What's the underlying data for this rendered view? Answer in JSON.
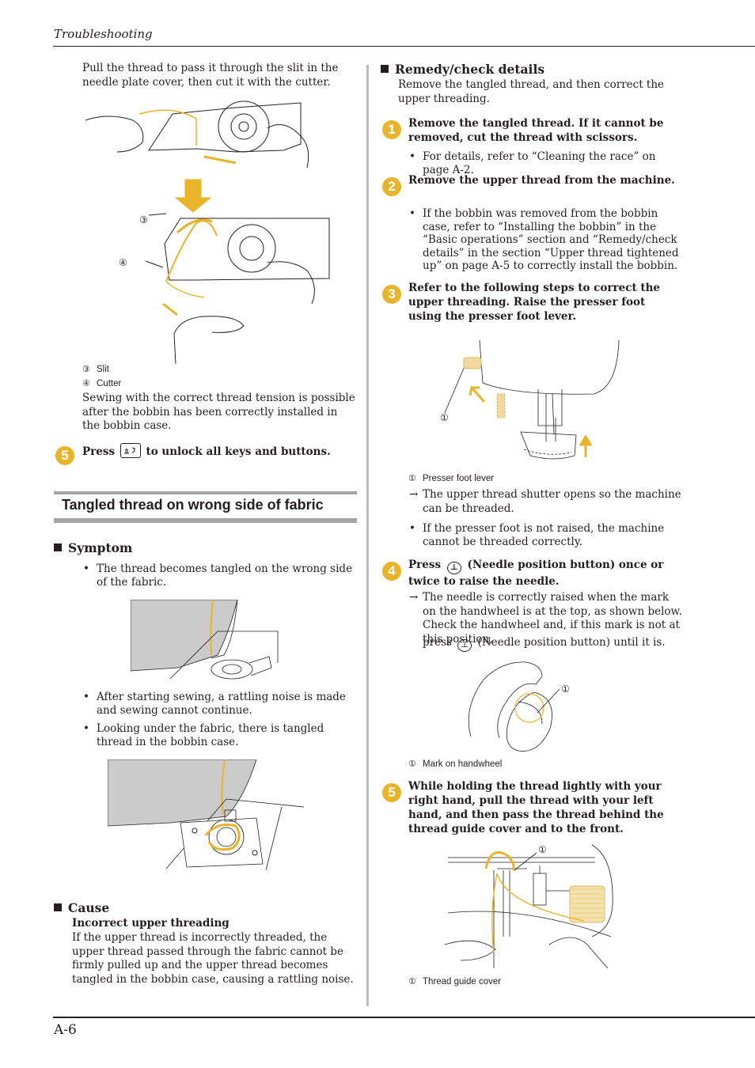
{
  "header": {
    "title": "Troubleshooting"
  },
  "footer": {
    "page_number": "A-6"
  },
  "left": {
    "intro_text": "Pull the thread to pass it through the slit in the needle plate cover, then cut it with the cutter.",
    "fig1_labels": {
      "c3": "③",
      "c4": "④"
    },
    "captions": [
      {
        "num": "③",
        "text": "Slit"
      },
      {
        "num": "④",
        "text": "Cutter"
      }
    ],
    "tension_text": "Sewing with the correct thread tension is possible after the bobbin has been correctly installed in the bobbin case.",
    "step5": {
      "number": "5",
      "press": "Press",
      "rest": "to unlock all keys and buttons."
    },
    "section_title": "Tangled thread on wrong side of fabric",
    "symptom": {
      "heading": "Symptom",
      "bullet1": "The thread becomes tangled on the wrong side of the fabric.",
      "bullet2": "After starting sewing, a rattling noise is made and sewing cannot continue.",
      "bullet3": "Looking under the fabric, there is tangled thread in the bobbin case."
    },
    "cause": {
      "heading": "Cause",
      "subheading": "Incorrect upper threading",
      "text": "If the upper thread is incorrectly threaded, the upper thread passed through the fabric cannot be firmly pulled up and the upper thread becomes tangled in the bobbin case, causing a rattling noise."
    }
  },
  "right": {
    "remedy": {
      "heading": "Remedy/check details",
      "text": "Remove the tangled thread, and then correct the upper threading."
    },
    "step1": {
      "number": "1",
      "text": "Remove the tangled thread. If it cannot be removed, cut the thread with scissors.",
      "bullet": "For details, refer to “Cleaning the race” on page A-2."
    },
    "step2": {
      "number": "2",
      "text": "Remove the upper thread from the machine.",
      "bullet": "If the bobbin was removed from the bobbin case, refer to “Installing the bobbin” in the “Basic operations” section and “Remedy/check details” in the section “Upper thread tightened up” on page A-5 to correctly install the bobbin."
    },
    "step3": {
      "number": "3",
      "text": "Refer to the following steps to correct the upper threading. Raise the presser foot using the presser foot lever."
    },
    "fig3": {
      "label": "①",
      "caption_num": "①",
      "caption": "Presser foot lever"
    },
    "step3_arrow": "The upper thread shutter opens so the machine can be threaded.",
    "step3_bullet": "If the presser foot is not raised, the machine cannot be threaded correctly.",
    "step4": {
      "number": "4",
      "press": "Press",
      "rest": "(Needle position button) once or twice to raise the needle."
    },
    "step4_arrow_a": "The needle is correctly raised when the mark on the handwheel is at the top, as shown below. Check the handwheel and, if this mark is not at this position,",
    "step4_arrow_b_press": "press",
    "step4_arrow_b_rest": "(Needle position button) until it is.",
    "fig4": {
      "label": "①",
      "caption_num": "①",
      "caption": "Mark on handwheel"
    },
    "step5": {
      "number": "5",
      "text": "While holding the thread lightly with your right hand, pull the thread with your left hand, and then pass the thread behind the thread guide cover and to the front."
    },
    "fig5": {
      "label": "①",
      "caption_num": "①",
      "caption": "Thread guide cover"
    }
  },
  "colors": {
    "accent": "#e8b52a",
    "rule_gray": "#a6a6a6",
    "text": "#231f20"
  },
  "icons": {
    "lock_key": "lock-key-icon",
    "needle_position": "needle-position-icon"
  }
}
